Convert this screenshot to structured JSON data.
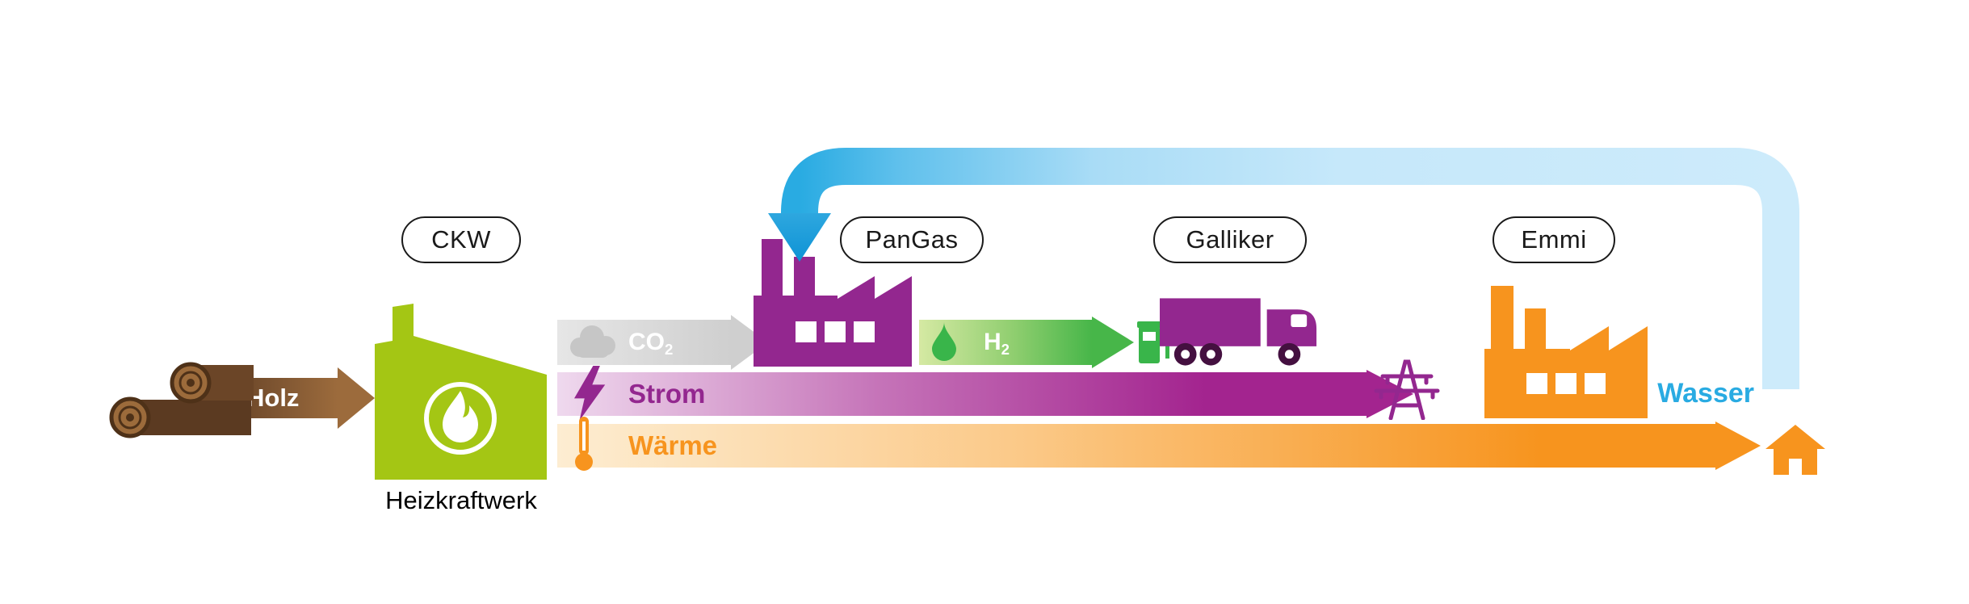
{
  "labels": {
    "ckw": "CKW",
    "pangas": "PanGas",
    "galliker": "Galliker",
    "emmi": "Emmi",
    "heizkraftwerk": "Heizkraftwerk"
  },
  "flows": {
    "holz": {
      "label": "Holz",
      "color": "#7A5230",
      "text_color": "#FFFFFF"
    },
    "co2": {
      "label_base": "CO",
      "label_sub": "2",
      "color": "#CFCFCF",
      "text_color": "#FFFFFF"
    },
    "strom": {
      "label": "Strom",
      "color": "#93278F",
      "text_color": "#93278F"
    },
    "waerme": {
      "label": "Wärme",
      "color": "#F7941E",
      "text_color": "#F7941E"
    },
    "h2": {
      "label_base": "H",
      "label_sub": "2",
      "color": "#47B649",
      "text_color": "#FFFFFF"
    },
    "wasser": {
      "label": "Wasser",
      "color": "#29ABE2"
    }
  },
  "colors": {
    "ckw_green": "#A4C614",
    "purple": "#93278F",
    "orange": "#F7941E",
    "h2_green": "#47B649",
    "droplet_green": "#39B54A",
    "blue": "#29ABE2",
    "blue_light": "#C9E9FB",
    "brown_dark": "#54341B",
    "brown_light": "#9C6B3C",
    "gray_band": "#CFCFCF"
  },
  "icons": {
    "logs": "wood-logs-icon",
    "flame": "flame-icon",
    "cloud": "cloud-icon",
    "lightning": "lightning-bolt-icon",
    "thermometer": "thermometer-icon",
    "droplet": "water-droplet-icon",
    "fuel_pump": "fuel-pump-icon",
    "truck": "truck-icon",
    "pylon": "power-pylon-icon",
    "house": "house-icon"
  }
}
